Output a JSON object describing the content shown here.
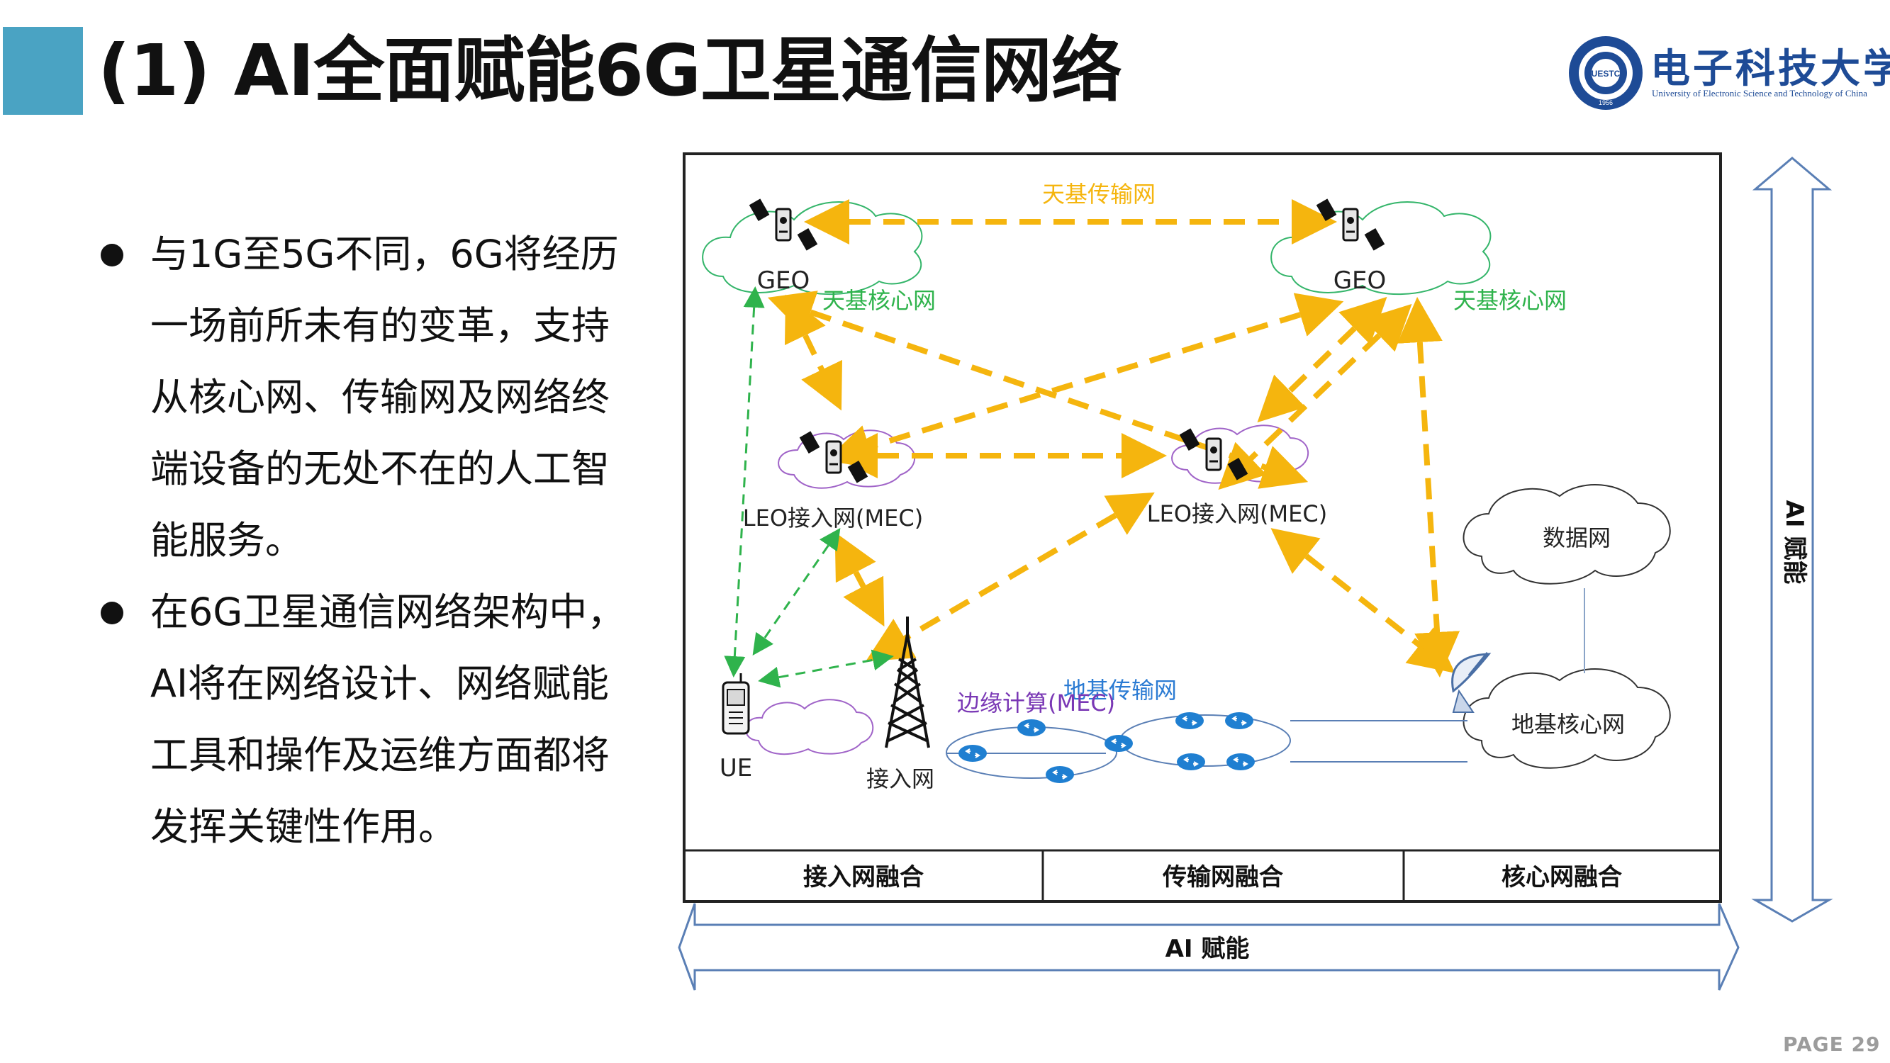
{
  "header": {
    "title": "(1) AI全面赋能6G卫星通信网络",
    "accent_color": "#4aa3c3",
    "logo": {
      "name_cn": "电子科技大学",
      "name_en": "University of Electronic Science and Technology of China",
      "seal_text": "UESTC",
      "seal_year": "1956",
      "seal_color": "#1e4b96"
    }
  },
  "bullets": [
    {
      "lines": [
        "与1G至5G不同，6G将经历",
        "一场前所未有的变革，支持",
        "从核心网、传输网及网络终",
        "端设备的无处不在的人工智",
        "能服务。"
      ]
    },
    {
      "lines": [
        "在6G卫星通信网络架构中，",
        "AI将在网络设计、网络赋能",
        "工具和操作及运维方面都将",
        "发挥关键性作用。"
      ]
    }
  ],
  "diagram": {
    "labels": {
      "geo_left": "GEO",
      "geo_right": "GEO",
      "space_transport": "天基传输网",
      "space_core_left": "天基核心网",
      "space_core_right": "天基核心网",
      "leo_left": "LEO接入网(MEC)",
      "leo_right": "LEO接入网(MEC)",
      "data_net": "数据网",
      "ground_core": "地基核心网",
      "ground_transport": "地基传输网",
      "edge_compute": "边缘计算(MEC)",
      "access_net": "接入网",
      "ue": "UE",
      "ai_vertical": "AI 赋能",
      "ai_horizontal": "AI 赋能"
    },
    "fusion_cells": [
      "接入网融合",
      "传输网融合",
      "核心网融合"
    ],
    "colors": {
      "yellow_arrow": "#f5b50e",
      "green_arrow": "#2fb34c",
      "green_label": "#2fb34c",
      "yellow_label": "#f5b50e",
      "blue_label": "#2b7bd3",
      "purple_label": "#7a38b5",
      "green_cloud": "#34b56a",
      "purple_cloud": "#a064c8",
      "router": "#1f7fd1"
    },
    "icons": [
      "satellite-icon",
      "router-icon",
      "radio-tower-icon",
      "dish-antenna-icon",
      "phone-icon",
      "cloud-icon"
    ]
  },
  "footer": {
    "page": "PAGE 29"
  }
}
